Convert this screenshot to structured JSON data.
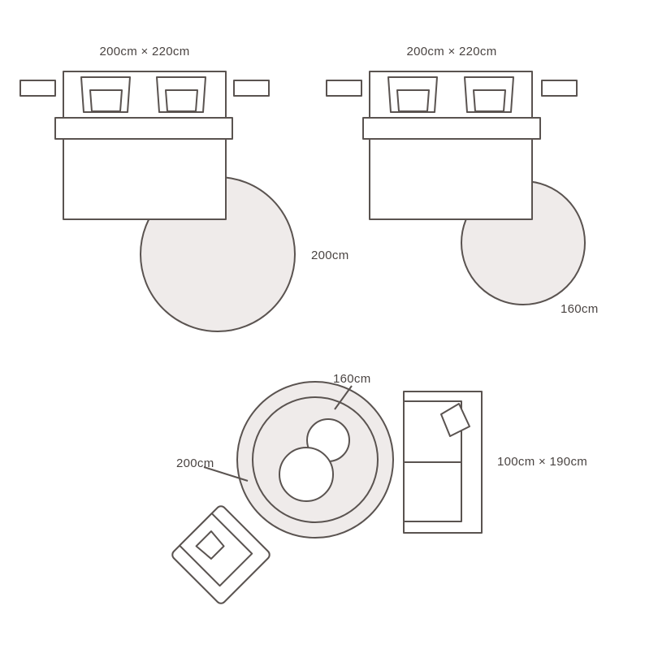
{
  "colors": {
    "stroke": "#5a5350",
    "rug_fill": "#efebea",
    "table_fill": "#ffffff",
    "text": "#4a4442",
    "background": "#ffffff"
  },
  "scenes": {
    "bed_large_rug": {
      "bed_dimension_label": "200cm × 220cm",
      "rug_diameter_label": "200cm"
    },
    "bed_small_rug": {
      "bed_dimension_label": "200cm × 220cm",
      "rug_diameter_label": "160cm"
    },
    "living_room": {
      "inner_rug_label": "160cm",
      "outer_rug_label": "200cm",
      "sofa_dimension_label": "100cm × 190cm"
    }
  }
}
